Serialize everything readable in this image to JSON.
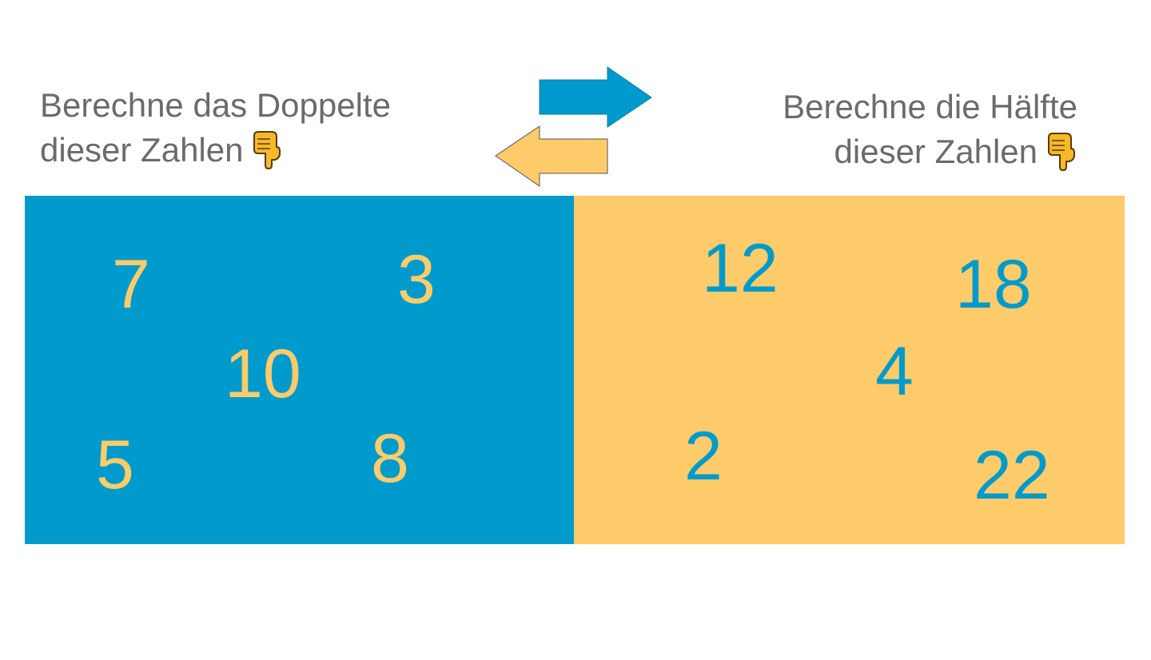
{
  "left_instruction": {
    "line1": "Berechne das Doppelte",
    "line2": "dieser Zahlen",
    "icon": "pointing-down-hand-icon"
  },
  "right_instruction": {
    "line1": "Berechne die Hälfte",
    "line2": "dieser Zahlen",
    "icon": "pointing-down-hand-icon"
  },
  "arrows": {
    "right_arrow_color": "#009bcc",
    "left_arrow_color": "#fdcb6a"
  },
  "left_panel": {
    "color": "#009bcc",
    "text_color": "#fdcb6a",
    "numbers": [
      "7",
      "3",
      "10",
      "5",
      "8"
    ]
  },
  "right_panel": {
    "color": "#fdcb6a",
    "text_color": "#009bcc",
    "numbers": [
      "12",
      "18",
      "4",
      "2",
      "22"
    ]
  }
}
